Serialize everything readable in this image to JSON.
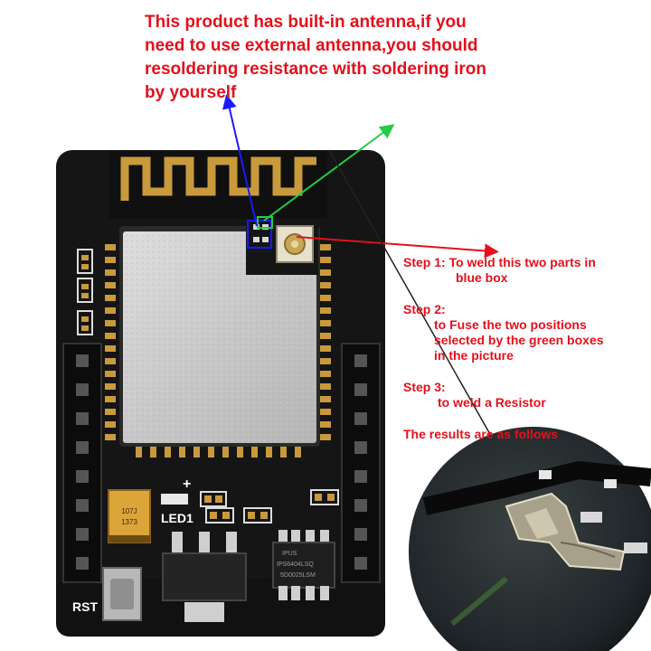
{
  "headline": {
    "lines": [
      "This product has built-in antenna,if you",
      "need to use external antenna,you should",
      "resoldering resistance with soldering iron",
      "by yourself"
    ],
    "color": "#e3101b"
  },
  "steps": [
    {
      "head": "Step 1: To weld this two parts in",
      "body": [
        "blue box"
      ]
    },
    {
      "head": "Step 2:",
      "body": [
        "to Fuse the two positions",
        "selected by the green boxes",
        "in the picture"
      ]
    },
    {
      "head": "Step 3:",
      "body": [
        "to weld a Resistor"
      ]
    }
  ],
  "results_label": "The results are as follows",
  "board": {
    "led_label": "LED1",
    "reset_label": "RST",
    "chip_marking": [
      "IPUS",
      "IPS6404LSQ",
      "5D0025LSM"
    ]
  },
  "colors": {
    "text_red": "#e3101b",
    "arrow_blue": "#1a1aff",
    "arrow_green": "#22cc44",
    "arrow_red": "#e3101b",
    "pcb": "#151515",
    "gold": "#c99a3c"
  }
}
